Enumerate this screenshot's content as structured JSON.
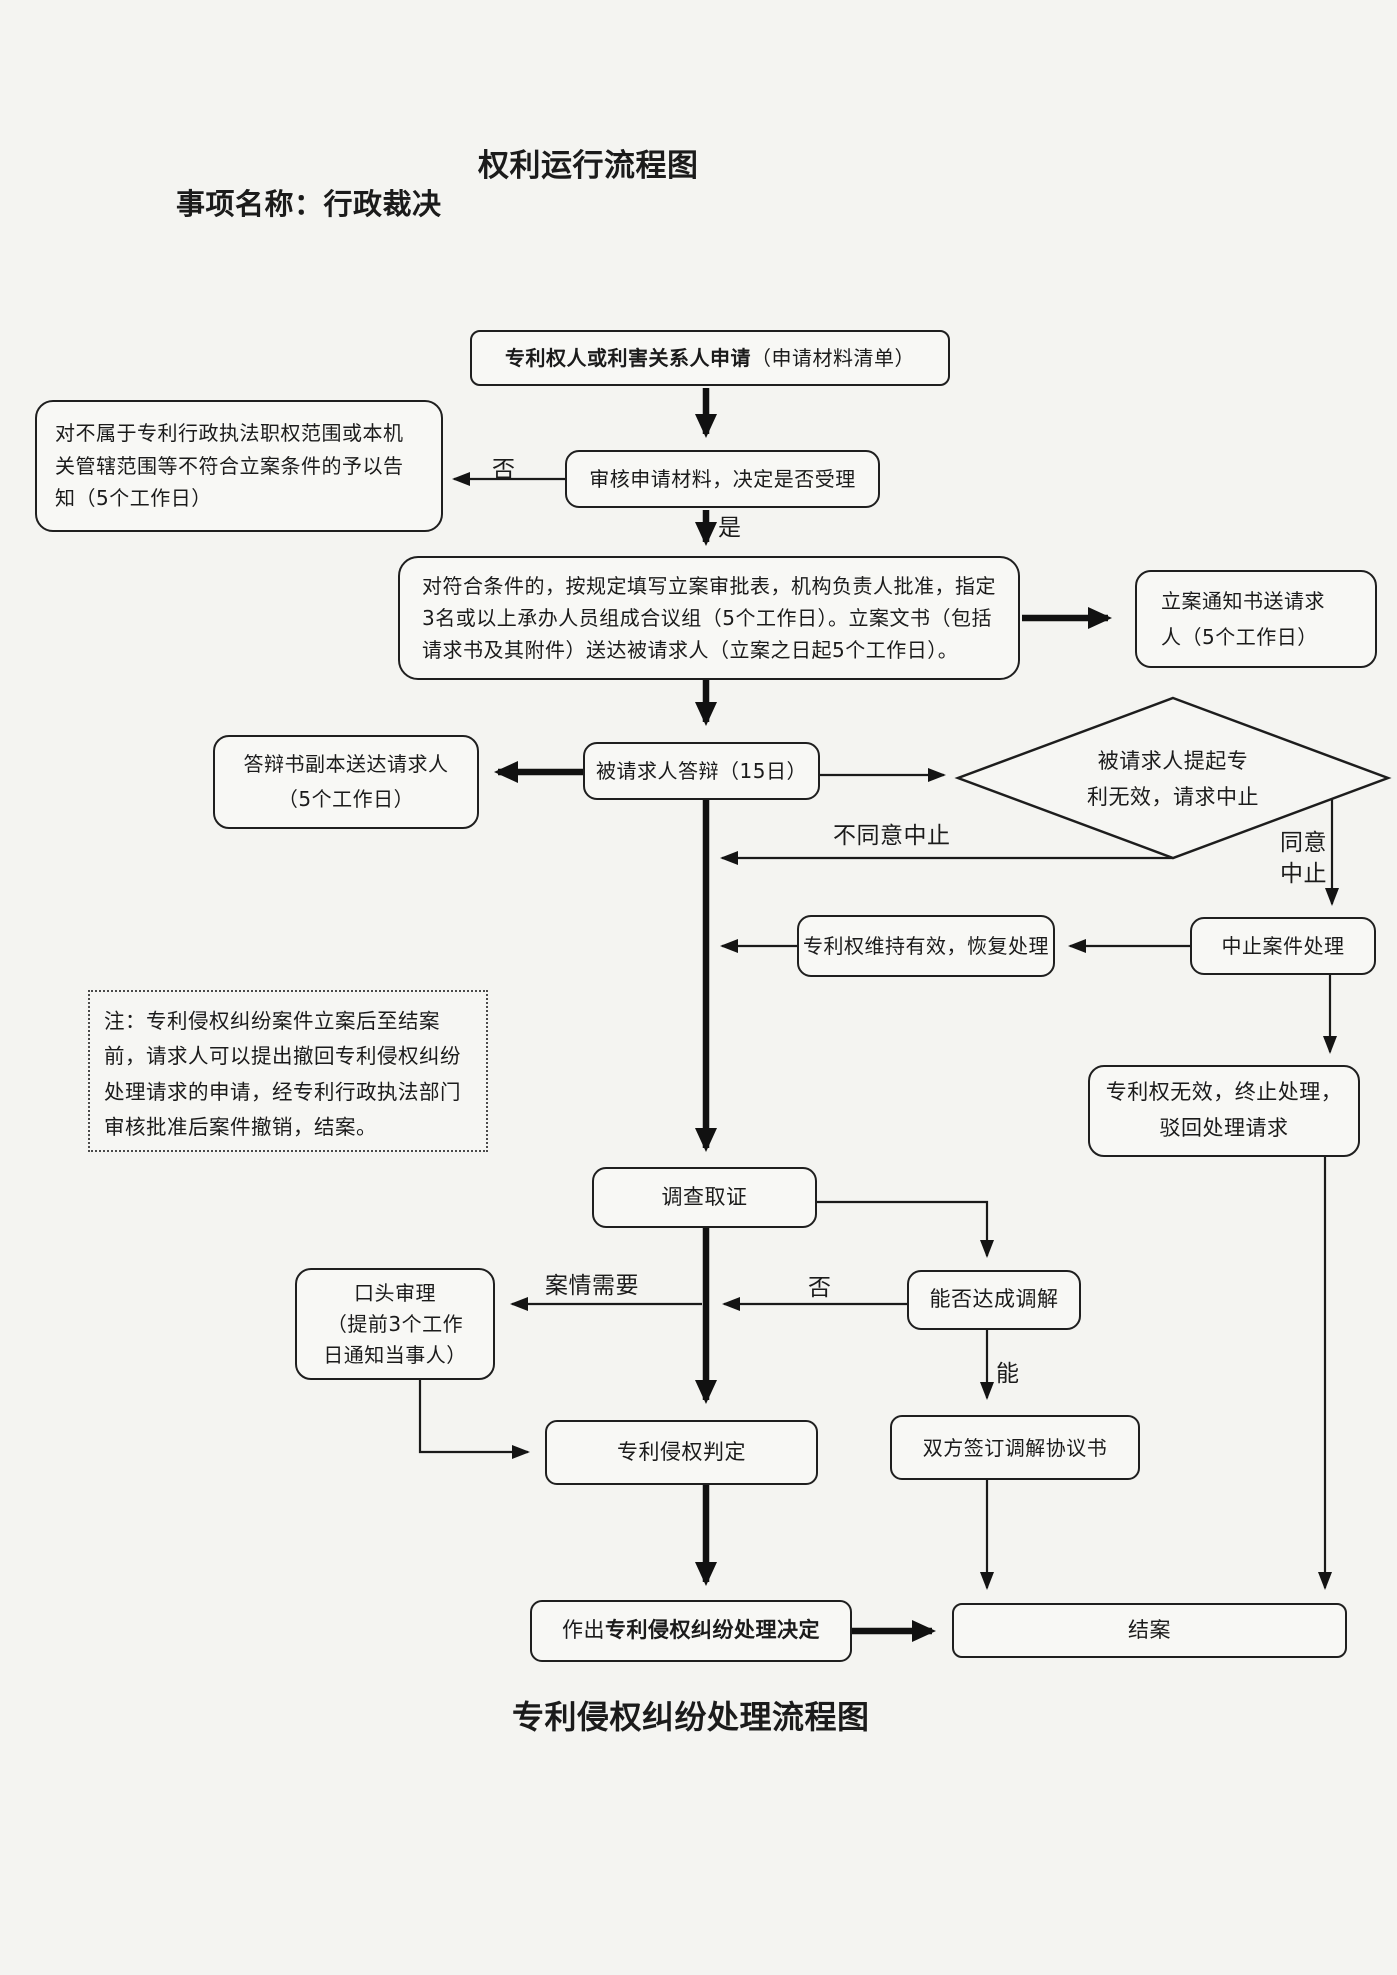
{
  "header": {
    "title": "权利运行流程图",
    "item_label": "事项名称：行政裁决"
  },
  "footer": {
    "caption": "专利侵权纠纷处理流程图"
  },
  "flowchart": {
    "nodes": {
      "apply_bold": "专利权人或利害关系人申请",
      "apply_note": "（申请材料清单）",
      "not_accept": "对不属于专利行政执法职权范围或本机关管辖范围等不符合立案条件的予以告知（5个工作日）",
      "review": "审核申请材料，决定是否受理",
      "file_case": "对符合条件的，按规定填写立案审批表，机构负责人批准，指定3名或以上承办人员组成合议组（5个工作日）。立案文书（包括请求书及其附件）送达被请求人（立案之日起5个工作日）。",
      "filing_notice": "立案通知书送请求\n人（5个工作日）",
      "defense": "被请求人答辩（15日）",
      "defense_copy": "答辩书副本送达请求人\n（5个工作日）",
      "invalidation": "被请求人提起专\n利无效，请求中止",
      "suspend_case": "中止案件处理",
      "resume_case": "专利权维持有效，恢复处理",
      "terminate_case": "专利权无效，终止处理，\n驳回处理请求",
      "investigation": "调查取证",
      "mediation_question": "能否达成调解",
      "oral_hearing": "口头审理\n（提前3个工作\n日通知当事人）",
      "infringement_judgment": "专利侵权判定",
      "mediation_agreement": "双方签订调解协议书",
      "decision_prefix": "作出",
      "decision_bold": "专利侵权纠纷处理决定",
      "close_case": "结案",
      "note": "注：专利侵权纠纷案件立案后至结案前，请求人可以提出撤回专利侵权纠纷处理请求的申请，经专利行政执法部门审核批准后案件撤销，结案。"
    },
    "edge_labels": {
      "no": "否",
      "yes": "是",
      "disagree_suspend": "不同意中止",
      "agree_suspend": "同意\n中止",
      "case_need": "案情需要",
      "mediation_no": "否",
      "mediation_yes": "能"
    }
  }
}
